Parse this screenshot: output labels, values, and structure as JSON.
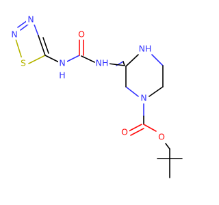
{
  "atoms": {
    "n_ring_1": {
      "text": "N",
      "color": "#3333ff"
    },
    "n_ring_2": {
      "text": "N",
      "color": "#3333ff"
    },
    "s_ring": {
      "text": "S",
      "color": "#b5b500"
    },
    "nh_left": {
      "text": "H",
      "color": "#3333ff"
    },
    "nh_left_n": {
      "text": "N",
      "color": "#3333ff"
    },
    "o_urea": {
      "text": "O",
      "color": "#ff0d0d"
    },
    "nh_mid": {
      "text": "NH",
      "color": "#3333ff"
    },
    "nh_pip": {
      "text": "NH",
      "color": "#3333ff"
    },
    "n_pip": {
      "text": "N",
      "color": "#3333ff"
    },
    "o_carbonyl": {
      "text": "O",
      "color": "#ff0d0d"
    },
    "o_ester": {
      "text": "O",
      "color": "#ff0d0d"
    }
  },
  "colors": {
    "carbon_bond": "#000000",
    "nitrogen": "#3333ff",
    "oxygen": "#ff0d0d",
    "sulfur": "#b5b500",
    "background": "#ffffff"
  }
}
